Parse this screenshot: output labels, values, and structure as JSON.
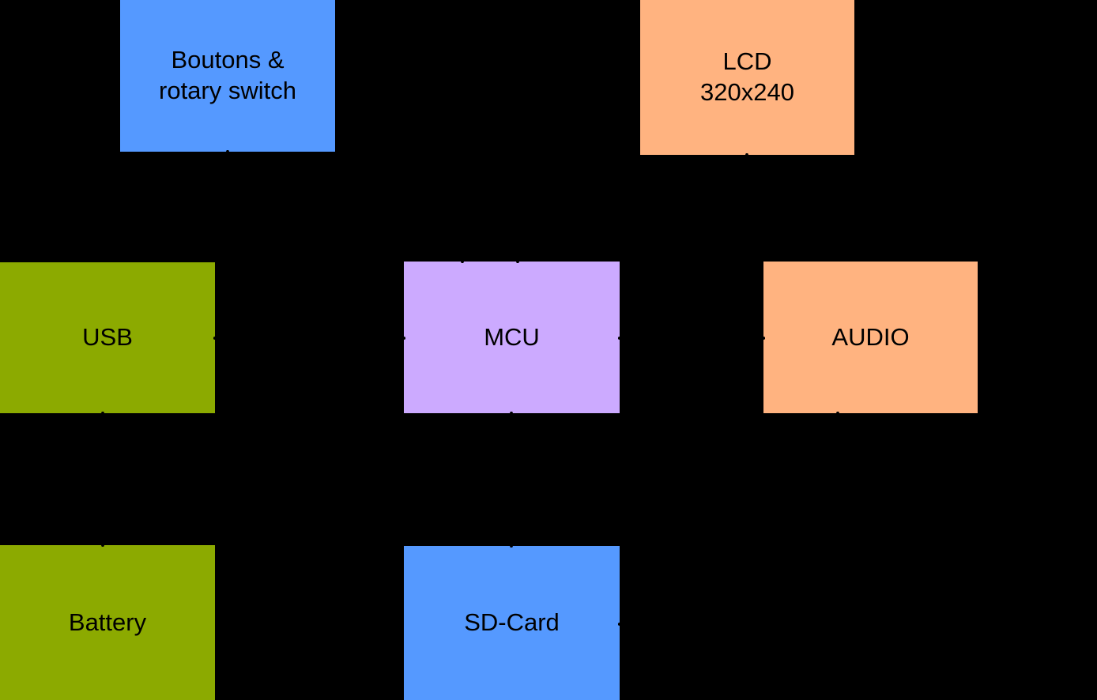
{
  "background_color": "#000000",
  "diagram": {
    "type": "block-diagram",
    "nodes": [
      {
        "id": "boutons",
        "label": "Boutons &\nrotary switch",
        "fill_color": "#5599ff",
        "text_color": "#000000"
      },
      {
        "id": "lcd",
        "label": "LCD\n320x240",
        "fill_color": "#ffb380",
        "text_color": "#000000"
      },
      {
        "id": "usb",
        "label": "USB",
        "fill_color": "#8caa00",
        "text_color": "#000000"
      },
      {
        "id": "mcu",
        "label": "MCU",
        "fill_color": "#ccaaff",
        "text_color": "#000000"
      },
      {
        "id": "audio",
        "label": "AUDIO",
        "fill_color": "#ffb380",
        "text_color": "#000000"
      },
      {
        "id": "battery",
        "label": "Battery",
        "fill_color": "#8caa00",
        "text_color": "#000000"
      },
      {
        "id": "sdcard",
        "label": "SD-Card",
        "fill_color": "#5599ff",
        "text_color": "#000000"
      }
    ],
    "edges": [
      {
        "from": "boutons",
        "to": "mcu",
        "color": "#000000"
      },
      {
        "from": "lcd",
        "to": "mcu",
        "color": "#000000"
      },
      {
        "from": "usb",
        "to": "mcu",
        "color": "#000000",
        "bidirectional": true
      },
      {
        "from": "mcu",
        "to": "audio",
        "color": "#000000",
        "bidirectional": true
      },
      {
        "from": "mcu",
        "to": "sdcard",
        "color": "#000000",
        "bidirectional": true
      },
      {
        "from": "usb",
        "to": "battery",
        "color": "#000000",
        "bidirectional": true
      },
      {
        "from": "audio",
        "to": "sdcard",
        "color": "#000000",
        "bidirectional": true
      }
    ]
  }
}
